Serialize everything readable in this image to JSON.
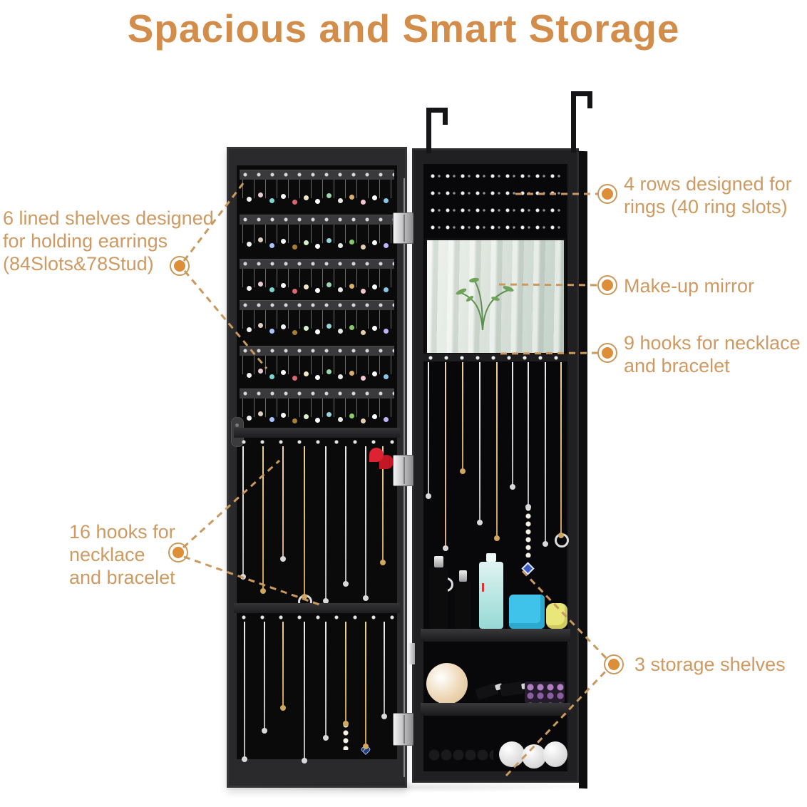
{
  "title": {
    "text": "Spacious and Smart Storage"
  },
  "colors": {
    "title_orange": "#d28d4a",
    "annotation_orange": "#cf9a62",
    "marker_orange": "#dc8e38",
    "leader_line": "#c9995e",
    "cabinet_black": "#202022",
    "interior_black": "#08080a",
    "background": "#ffffff"
  },
  "annotations": {
    "items": [
      {
        "id": "earring-shelves",
        "text": "6 lined shelves designed\nfor holding earrings\n(84Slots&78Stud)"
      },
      {
        "id": "hooks-16",
        "text": "16 hooks for\nnecklace\nand bracelet"
      },
      {
        "id": "ring-rows",
        "text": "4 rows designed for\nrings (40 ring slots)"
      },
      {
        "id": "makeup-mirror",
        "text": "Make-up mirror"
      },
      {
        "id": "hooks-9",
        "text": "9 hooks for necklace\nand bracelet"
      },
      {
        "id": "storage-shelves",
        "text": "3 storage shelves"
      }
    ]
  }
}
